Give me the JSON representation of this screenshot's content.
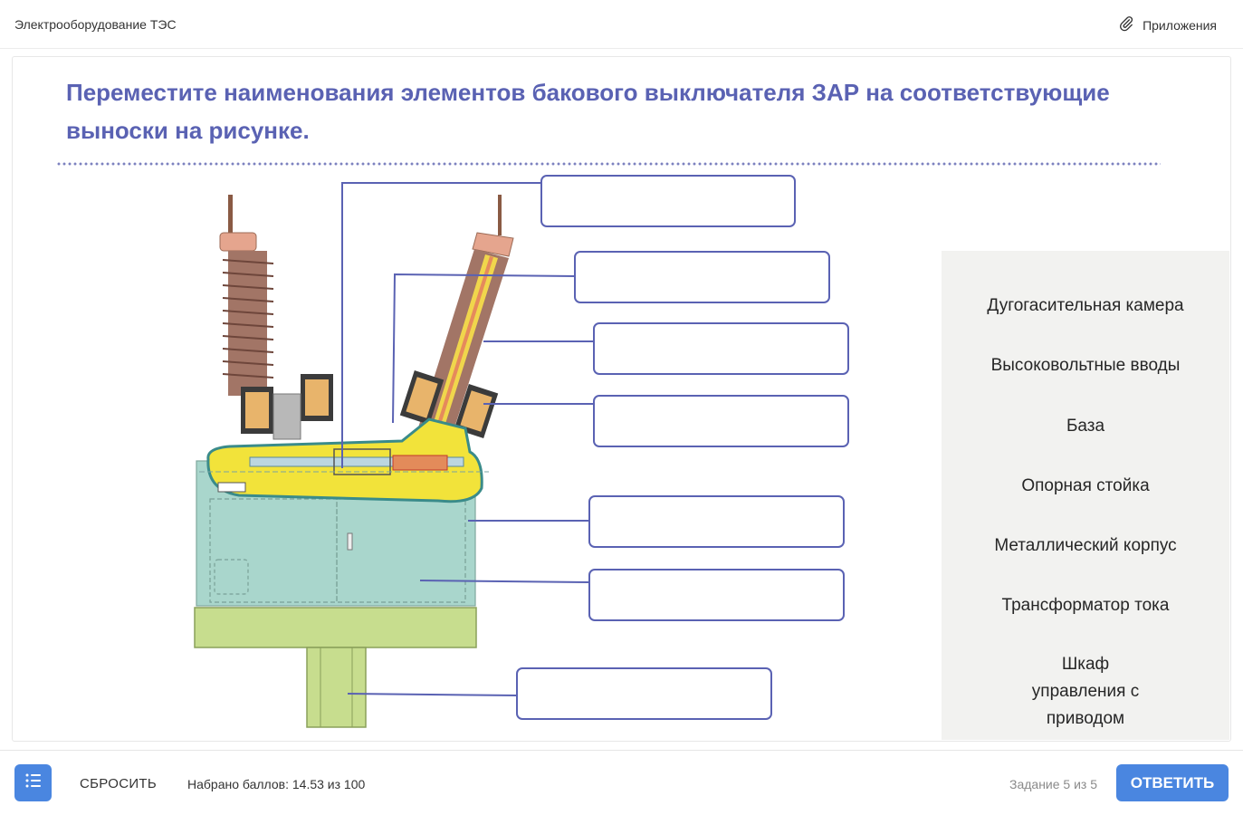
{
  "header": {
    "course_title": "Электрооборудование ТЭС",
    "attachments_label": "Приложения"
  },
  "question": {
    "text": "Переместите наименования элементов бакового выключателя ЗАР на соответствующие выноски на рисунке."
  },
  "drop_zones_count": 7,
  "terms": [
    "Дугогасительная камера",
    "Высоковольтные вводы",
    "База",
    "Опорная стойка",
    "Металлический корпус",
    "Трансформатор тока",
    "Шкаф управления с приводом"
  ],
  "footer": {
    "reset_label": "СБРОСИТЬ",
    "score_text": "Набрано баллов: 14.53 из 100",
    "task_text": "Задание 5 из 5",
    "answer_label": "ОТВЕТИТЬ"
  },
  "colors": {
    "accent": "#5a62b3",
    "button": "#4a86e0"
  },
  "icons": {
    "attachments": "paperclip-icon",
    "menu": "list-icon"
  }
}
